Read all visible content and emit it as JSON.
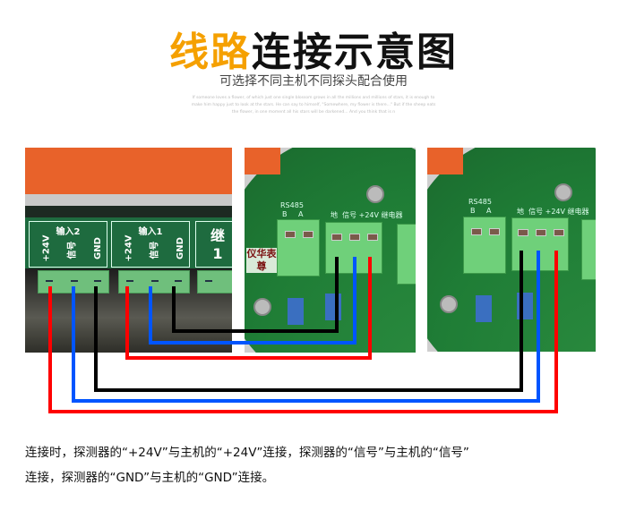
{
  "header": {
    "title_highlight": "线路",
    "title_rest": "连接示意图",
    "subtitle": "可选择不同主机不同探头配合使用",
    "fine_print": "If someone loves a flower, of which just one single blossom grows in all the millions and millions of stars, it is enough to make him happy just to look at the stars. He can say to himself, \"Somewhere, my flower is there...\" But if the sheep eats the flower, in one moment all his stars will be darkened... And you think that is n"
  },
  "host_unit": {
    "blocks": [
      {
        "header": "输入2",
        "terminals": [
          "+24V",
          "信号",
          "GND"
        ]
      },
      {
        "header": "输入1",
        "terminals": [
          "+24V",
          "信号",
          "GND"
        ]
      },
      {
        "header": "继",
        "terminals": [
          "1"
        ]
      }
    ]
  },
  "detectors": [
    {
      "rs485": "RS485",
      "rs485_pins": [
        "B",
        "A"
      ],
      "terminals": [
        "地",
        "信号",
        "+24V"
      ],
      "relay": "继电器",
      "brand": "仪华表尊"
    },
    {
      "rs485": "RS485",
      "rs485_pins": [
        "B",
        "A"
      ],
      "terminals": [
        "地",
        "信号",
        "+24V"
      ],
      "relay": "继电器"
    }
  ],
  "wire_colors": {
    "power": "#ff0000",
    "signal": "#0055ff",
    "ground": "#000000"
  },
  "note": {
    "line1": "连接时，探测器的“+24V”与主机的“+24V”连接，探测器的“信号”与主机的“信号”",
    "line2": "连接，探测器的“GND”与主机的“GND”连接。"
  }
}
